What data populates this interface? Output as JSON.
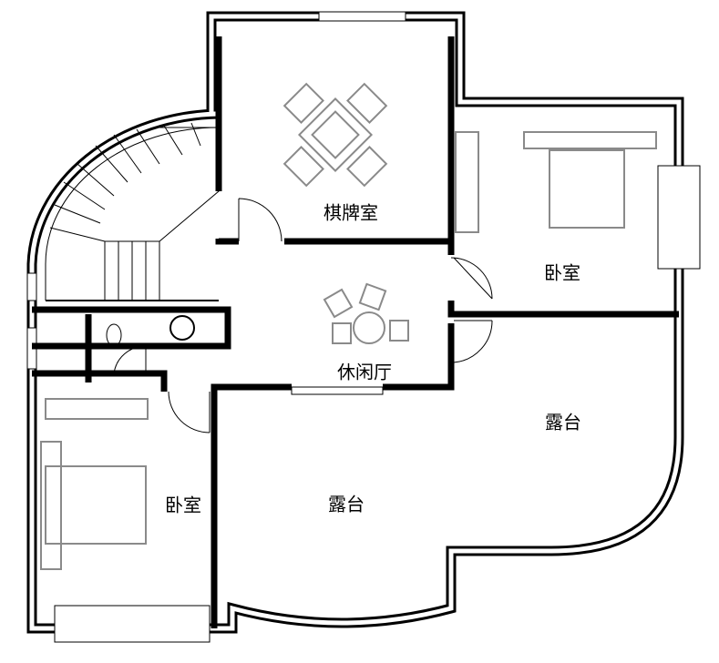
{
  "title": "Floor plan",
  "rooms": [
    {
      "id": "chess-room",
      "label": "棋牌室"
    },
    {
      "id": "bedroom-right",
      "label": "卧室"
    },
    {
      "id": "lounge",
      "label": "休闲厅"
    },
    {
      "id": "terrace-right",
      "label": "露台"
    },
    {
      "id": "terrace-lower",
      "label": "露台"
    },
    {
      "id": "bedroom-left",
      "label": "卧室"
    }
  ],
  "colors": {
    "wall": "#000000",
    "furniture": "#8a8a8a",
    "background": "#ffffff"
  }
}
